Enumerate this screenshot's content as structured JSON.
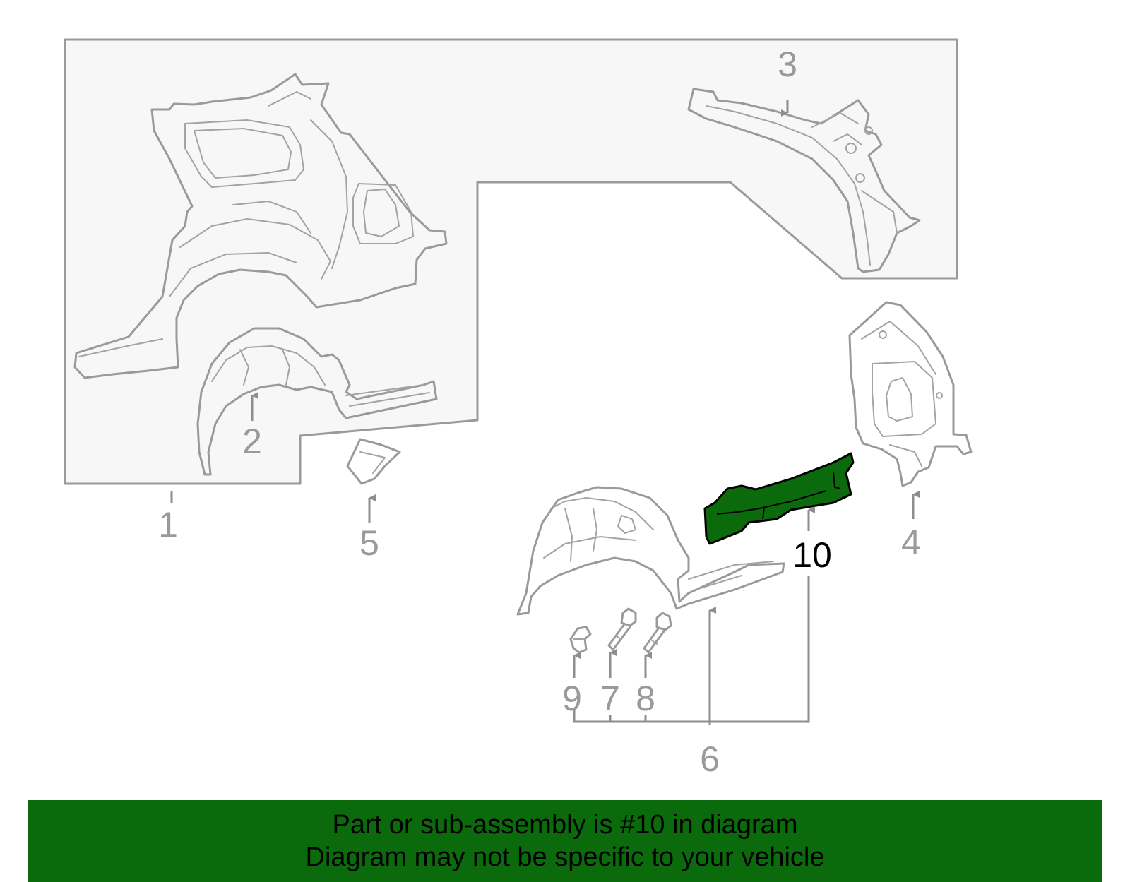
{
  "diagram": {
    "labels": {
      "p1": "1",
      "p2": "2",
      "p3": "3",
      "p4": "4",
      "p5": "5",
      "p6": "6",
      "p7": "7",
      "p8": "8",
      "p9": "9",
      "p10": "10"
    },
    "highlighted_part": "10",
    "colors": {
      "highlight": "#0b6a0b",
      "line": "#9a9a9a",
      "box_fill": "#f7f7f7",
      "banner": "#0b6a0b"
    }
  },
  "banner": {
    "line1": "Part or sub-assembly is #10 in diagram",
    "line2": "Diagram may not be specific to your vehicle"
  }
}
